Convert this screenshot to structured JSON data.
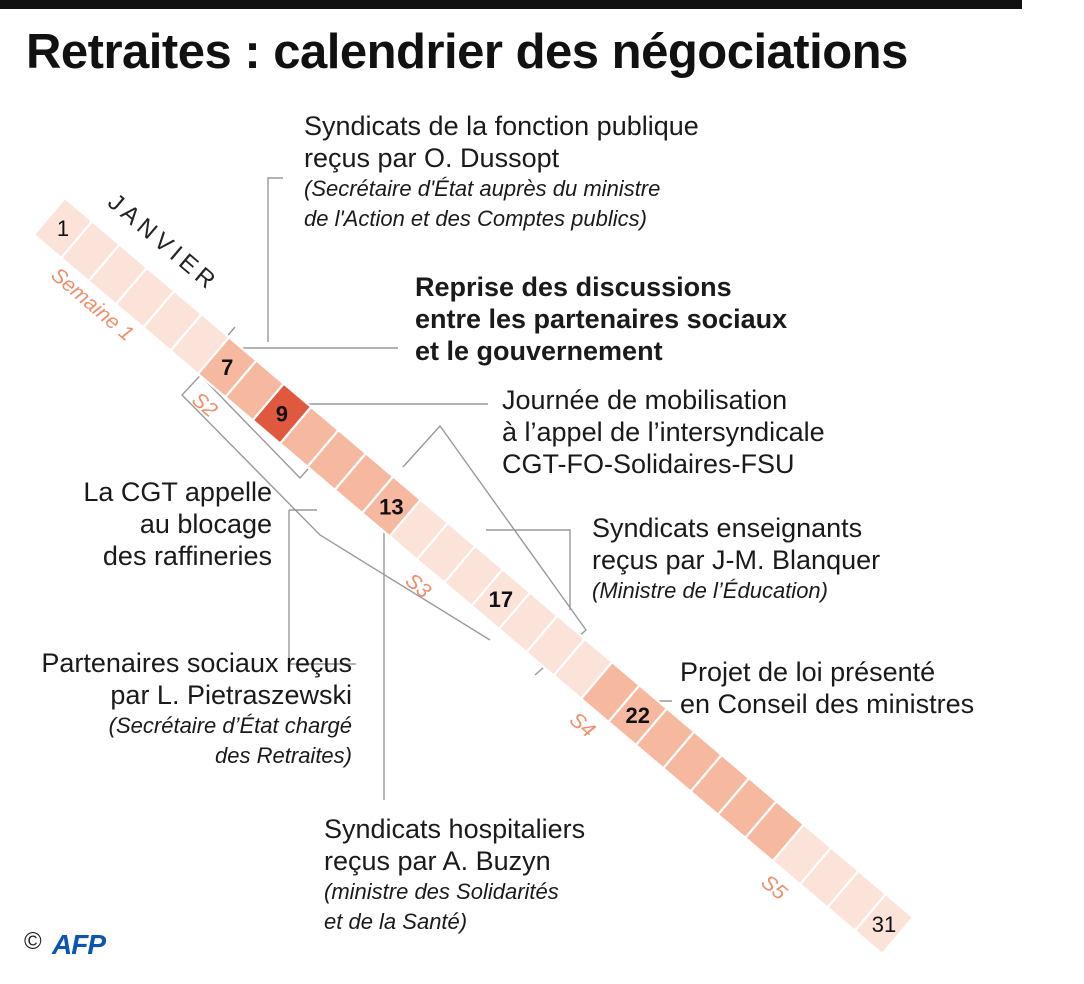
{
  "title": "Retraites : calendrier des négociations",
  "month_label": "JANVIER",
  "days": {
    "start": 1,
    "end": 31
  },
  "weeks": [
    {
      "label": "Semaine 1",
      "from": 1,
      "to": 6,
      "color": "#fbe3d9"
    },
    {
      "label": "S2",
      "from": 7,
      "to": 13,
      "color": "#f6b9a0"
    },
    {
      "label": "S3",
      "from": 14,
      "to": 20,
      "color": "#fbe3d9"
    },
    {
      "label": "S4",
      "from": 21,
      "to": 27,
      "color": "#f6b9a0"
    },
    {
      "label": "S5",
      "from": 28,
      "to": 31,
      "color": "#fbe3d9"
    }
  ],
  "highlight": {
    "day": 9,
    "color": "#e0583e"
  },
  "labeled_days": [
    "1",
    "7",
    "9",
    "13",
    "17",
    "22",
    "31"
  ],
  "week_label_color": "#ef8f6c",
  "annotations": {
    "dussopt": {
      "main": [
        "Syndicats de la fonction publique",
        "reçus par O. Dussopt"
      ],
      "sub": [
        "(Secrétaire d'État auprès du ministre",
        "de l'Action et des Comptes publics)"
      ]
    },
    "reprise": {
      "main": [
        "Reprise des discussions",
        "entre les partenaires sociaux",
        "et le gouvernement"
      ]
    },
    "mobilisation": {
      "main": [
        "Journée de mobilisation",
        "à l’appel de l’intersyndicale",
        "CGT-FO-Solidaires-FSU"
      ]
    },
    "cgt": {
      "main": [
        "La CGT appelle",
        "au blocage",
        "des raffineries"
      ]
    },
    "enseignants": {
      "main": [
        "Syndicats enseignants",
        "reçus par J-M. Blanquer"
      ],
      "sub": [
        "(Ministre de l’Éducation)"
      ]
    },
    "pietraszewski": {
      "main": [
        "Partenaires sociaux reçus",
        "par L. Pietraszewski"
      ],
      "sub": [
        "(Secrétaire d’État chargé",
        "des Retraites)"
      ]
    },
    "projet": {
      "main": [
        "Projet de loi présenté",
        "en Conseil des ministres"
      ]
    },
    "hospitaliers": {
      "main": [
        "Syndicats hospitaliers",
        "reçus par A. Buzyn"
      ],
      "sub": [
        "(ministre des Solidarités",
        "et de la Santé)"
      ]
    }
  },
  "credit": {
    "symbol": "©",
    "agency": "AFP"
  }
}
